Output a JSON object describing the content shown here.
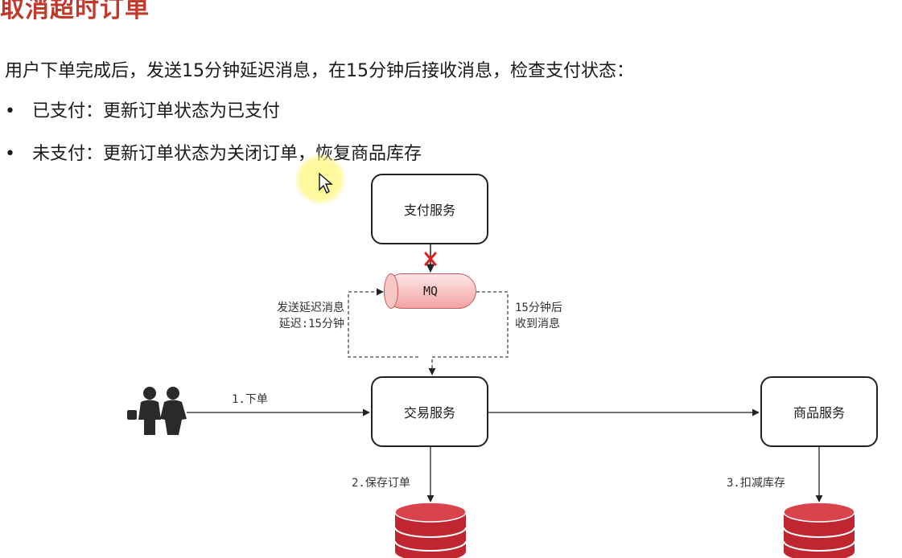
{
  "header": {
    "title": "取消超时订单"
  },
  "intro": "用户下单完成后，发送15分钟延迟消息，在15分钟后接收消息，检查支付状态：",
  "bullets": [
    "已支付：更新订单状态为已支付",
    "未支付：更新订单状态为关闭订单，恢复商品库存"
  ],
  "diagram": {
    "payment_service": "支付服务",
    "mq": "MQ",
    "trade_service": "交易服务",
    "goods_service": "商品服务",
    "send_delay_line1": "发送延迟消息",
    "send_delay_line2": "延迟:15分钟",
    "receive_line1": "15分钟后",
    "receive_line2": "收到消息",
    "step1": "1.下单",
    "step2": "2.保存订单",
    "step3": "3.扣减库存"
  },
  "colors": {
    "title": "#c0392b",
    "mq_fill": "#f3a3a3",
    "db_fill": "#c0262f",
    "block_mark": "#e02020"
  },
  "icons": [
    "users-icon",
    "database-icon",
    "cursor-icon",
    "x-mark-icon"
  ]
}
